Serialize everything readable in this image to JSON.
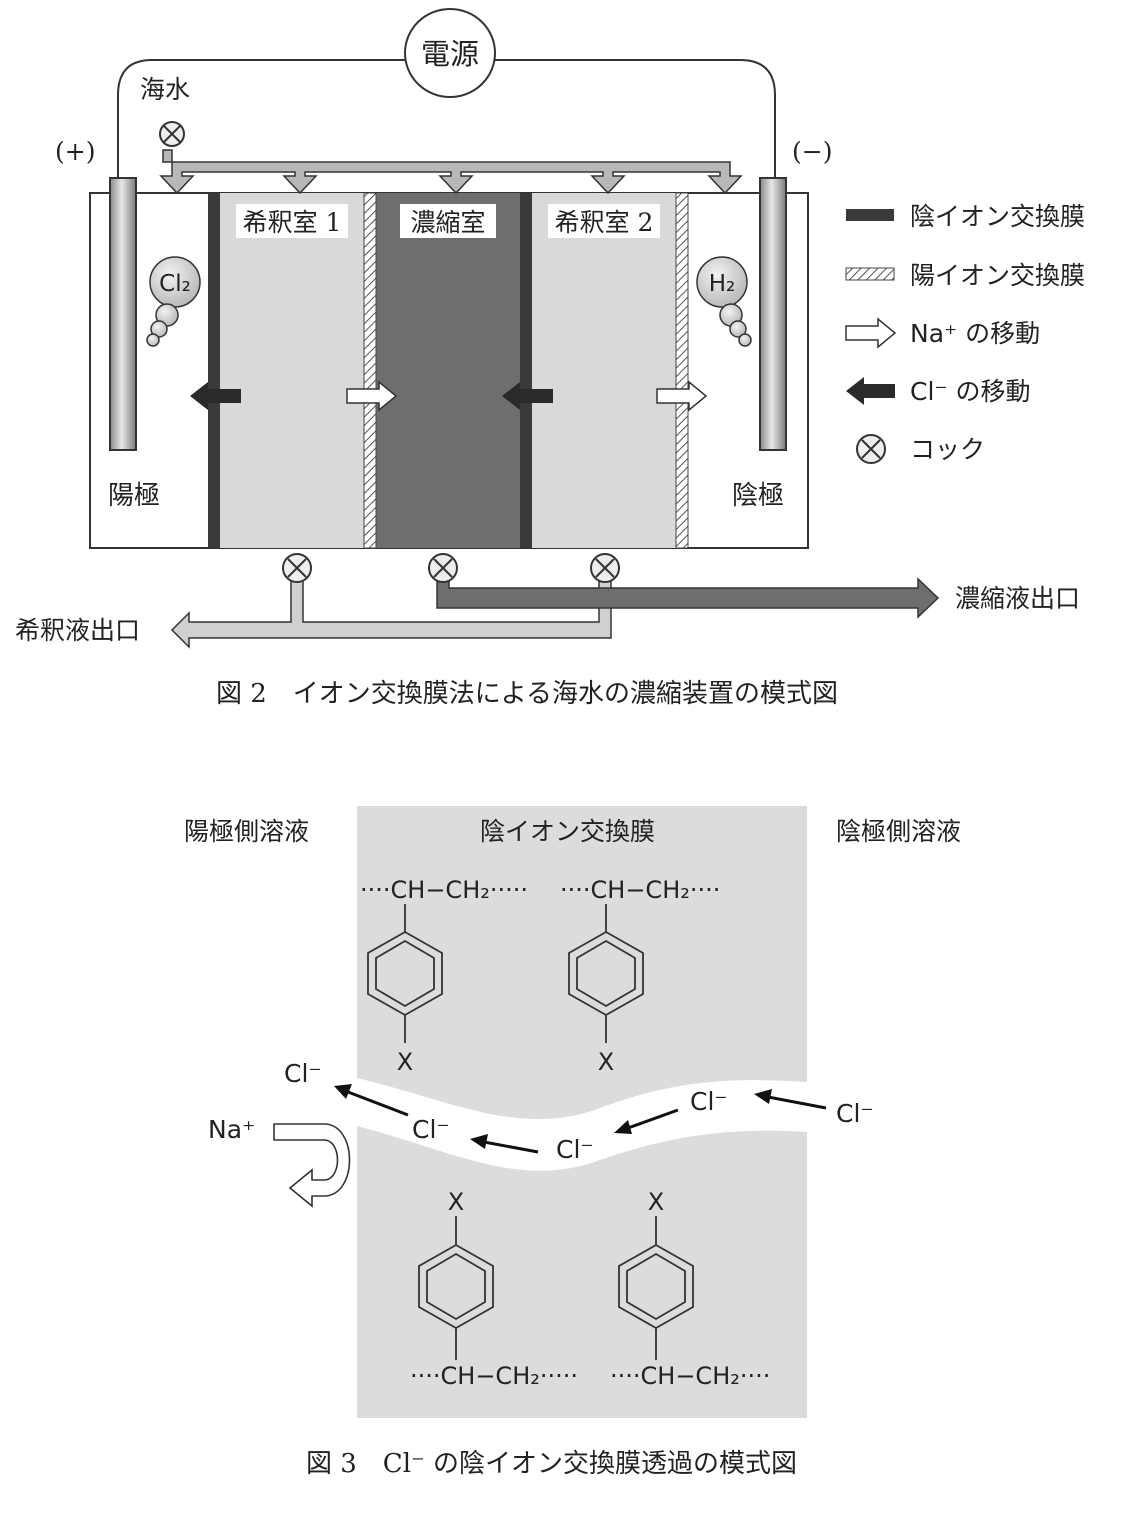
{
  "fig2": {
    "power": "電源",
    "seawater": "海水",
    "plus": "(+)",
    "minus": "(−)",
    "chambers": {
      "dilute1": "希釈室 1",
      "concentrate": "濃縮室",
      "dilute2": "希釈室 2"
    },
    "anode": "陽極",
    "cathode": "陰極",
    "gas_left": "Cl₂",
    "gas_right": "H₂",
    "dilute_outlet": "希釈液出口",
    "concentrate_outlet": "濃縮液出口",
    "legend": {
      "anion_membrane": "陰イオン交換膜",
      "cation_membrane": "陽イオン交換膜",
      "na_move": "Na⁺ の移動",
      "cl_move": "Cl⁻ の移動",
      "cock": "コック"
    },
    "caption": "図 2　イオン交換膜法による海水の濃縮装置の模式図"
  },
  "fig3": {
    "left_solution": "陽極側溶液",
    "membrane": "陰イオン交換膜",
    "right_solution": "陰極側溶液",
    "chain_top_left": "····CH−CH₂·····",
    "chain_top_right": "····CH−CH₂····",
    "chain_bottom_left": "····CH−CH₂·····",
    "chain_bottom_right": "····CH−CH₂····",
    "substituent": "X",
    "ion_cl": "Cl⁻",
    "ion_na": "Na⁺",
    "caption": "図 3　Cl⁻ の陰イオン交換膜透過の模式図"
  },
  "colors": {
    "anion_membrane": "#3a3a3a",
    "chamber_fill": "#d9d9d9",
    "concentrate_fill": "#6e6e6e",
    "membrane_bg": "#dcdcdc"
  }
}
